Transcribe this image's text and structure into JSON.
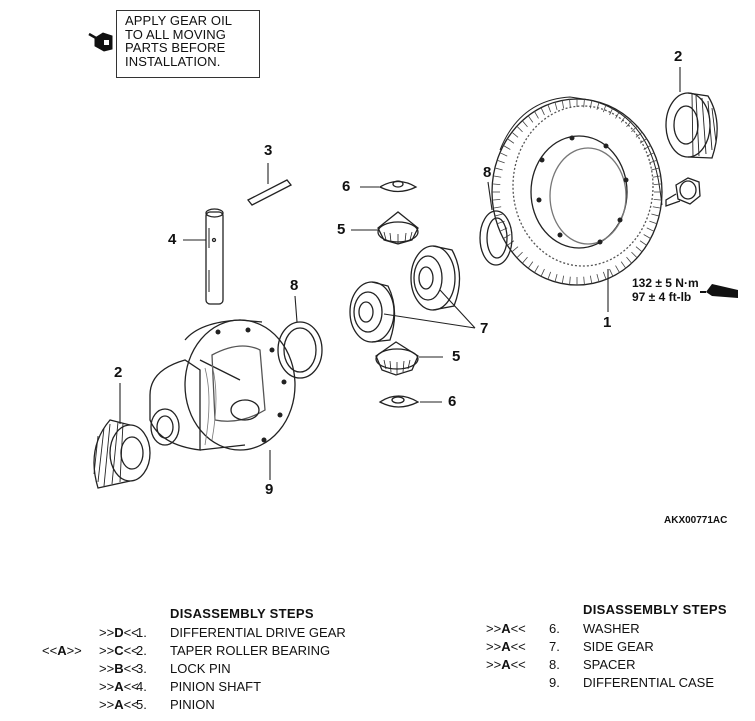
{
  "note": {
    "lines": [
      "APPLY GEAR OIL",
      "TO ALL MOVING",
      "PARTS BEFORE",
      "INSTALLATION."
    ]
  },
  "callouts": {
    "c1": "1",
    "c2a": "2",
    "c2b": "2",
    "c3": "3",
    "c4": "4",
    "c5a": "5",
    "c5b": "5",
    "c6a": "6",
    "c6b": "6",
    "c7": "7",
    "c8a": "8",
    "c8b": "8",
    "c9": "9"
  },
  "torque": {
    "nm": "132 ± 5 N·m",
    "ftlb": "97 ± 4 ft-lb"
  },
  "figure_code": "AKX00771AC",
  "steps_left": {
    "title": "DISASSEMBLY STEPS",
    "rows": [
      {
        "ref": "",
        "tag_pre": ">>",
        "tag_letter": "D",
        "tag_post": "<<",
        "num": "1.",
        "name": "DIFFERENTIAL DRIVE GEAR"
      },
      {
        "ref_pre": "<<",
        "ref_letter": "A",
        "ref_post": ">>",
        "tag_pre": ">>",
        "tag_letter": "C",
        "tag_post": "<<",
        "num": "2.",
        "name": "TAPER ROLLER BEARING"
      },
      {
        "ref": "",
        "tag_pre": ">>",
        "tag_letter": "B",
        "tag_post": "<<",
        "num": "3.",
        "name": "LOCK PIN"
      },
      {
        "ref": "",
        "tag_pre": ">>",
        "tag_letter": "A",
        "tag_post": "<<",
        "num": "4.",
        "name": "PINION SHAFT"
      },
      {
        "ref": "",
        "tag_pre": ">>",
        "tag_letter": "A",
        "tag_post": "<<",
        "num": "5.",
        "name": "PINION"
      }
    ]
  },
  "steps_right": {
    "title": "DISASSEMBLY STEPS",
    "rows": [
      {
        "tag_pre": ">>",
        "tag_letter": "A",
        "tag_post": "<<",
        "num": "6.",
        "name": "WASHER"
      },
      {
        "tag_pre": ">>",
        "tag_letter": "A",
        "tag_post": "<<",
        "num": "7.",
        "name": "SIDE GEAR"
      },
      {
        "tag_pre": ">>",
        "tag_letter": "A",
        "tag_post": "<<",
        "num": "8.",
        "name": "SPACER"
      },
      {
        "tag_pre": "",
        "tag_letter": "",
        "tag_post": "",
        "num": "9.",
        "name": "DIFFERENTIAL CASE"
      }
    ]
  },
  "colors": {
    "ink": "#111111",
    "line": "#222222",
    "shade": "#888888"
  }
}
